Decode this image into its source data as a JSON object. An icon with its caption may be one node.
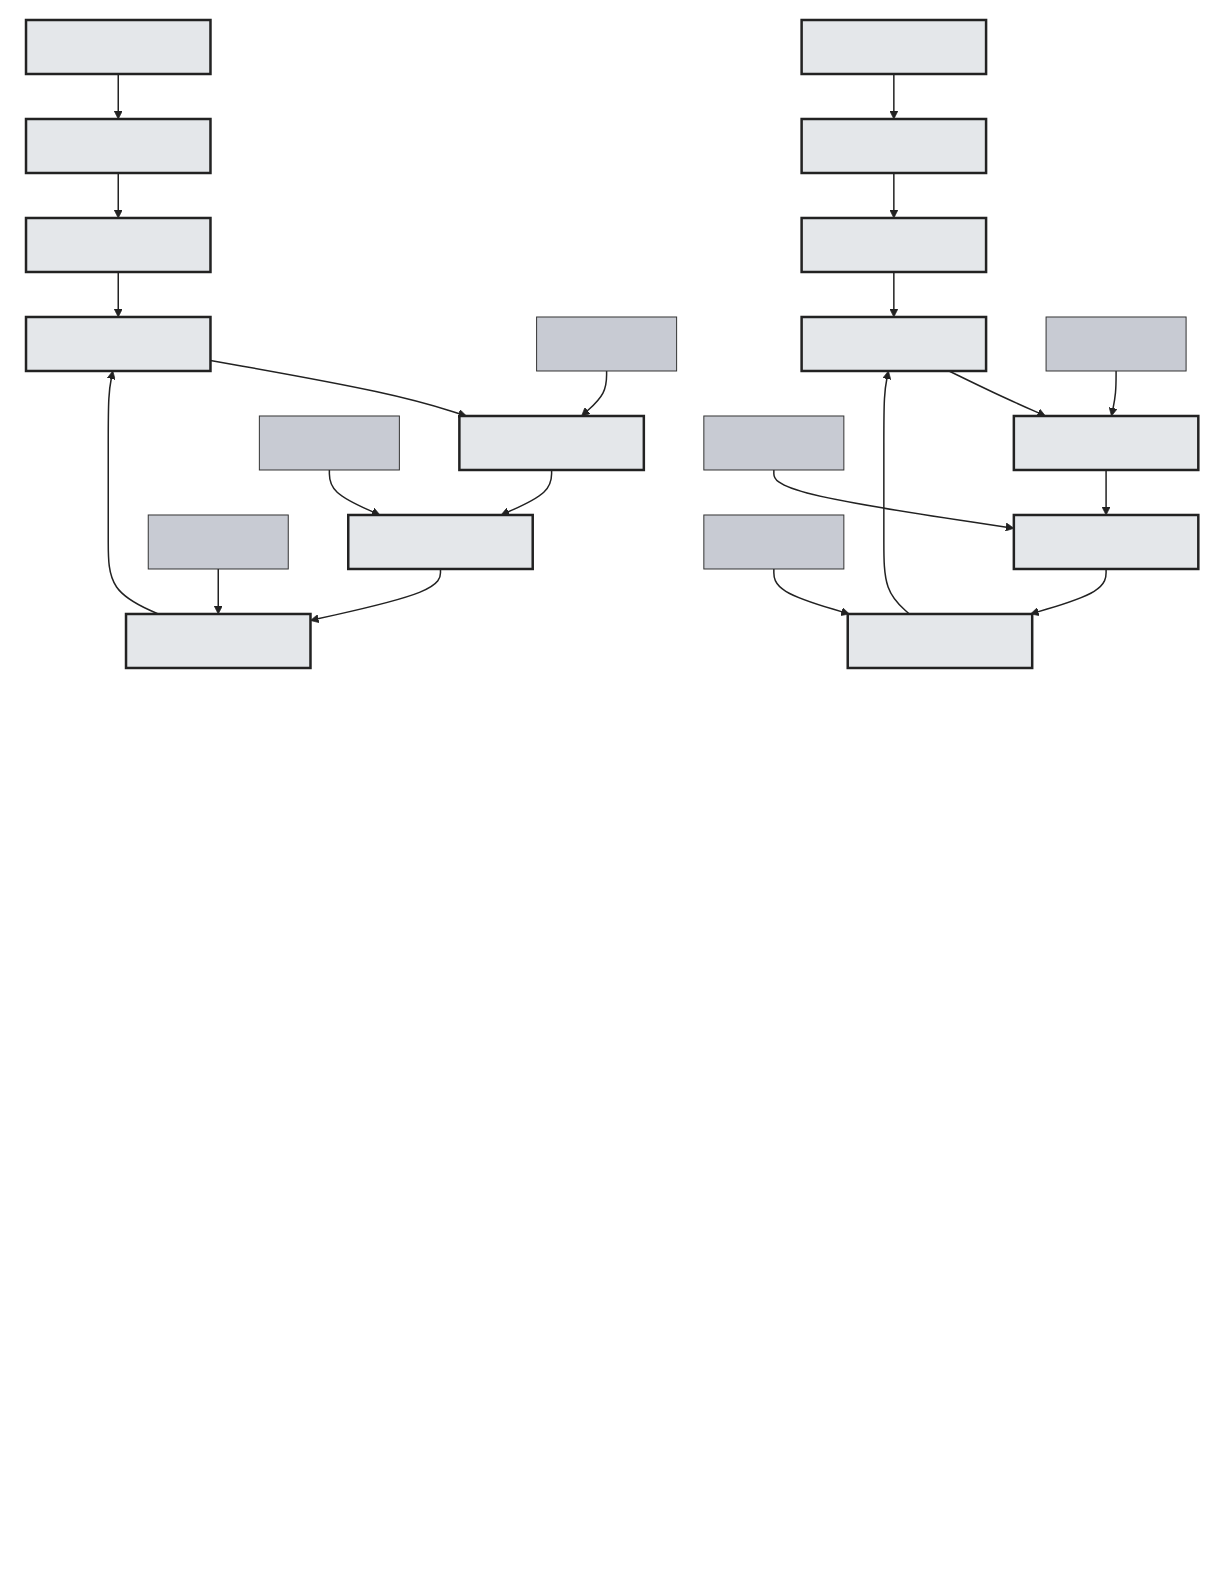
{
  "diagram": {
    "nodes": [
      {
        "text": [],
        "shape": "box"
      },
      {
        "text": [],
        "shape": "box"
      },
      {
        "text": [],
        "shape": "box"
      },
      {
        "text": [],
        "shape": "box"
      },
      {
        "text": [],
        "shape": "box"
      },
      {
        "text": [],
        "shape": "box"
      },
      {
        "text": [],
        "shape": "box"
      },
      {
        "text": [],
        "shape": "box"
      },
      {
        "text": [],
        "shape": "box"
      },
      {
        "text": [],
        "shape": "box"
      },
      {
        "text": [],
        "shape": "box"
      },
      {
        "text": [],
        "shape": "box"
      },
      {
        "text": [],
        "shape": "box"
      },
      {
        "text": [],
        "shape": "box"
      },
      {
        "text": [],
        "shape": "box"
      },
      {
        "text": [],
        "shape": "box"
      },
      {
        "text": [],
        "shape": "box"
      },
      {
        "text": [],
        "shape": "box"
      },
      {
        "text": [],
        "shape": "box"
      },
      {
        "text": [],
        "shape": "box"
      }
    ],
    "edges": [
      {
        "from": 0,
        "to": 1,
        "arrow": "to"
      },
      {
        "from": 1,
        "to": 2,
        "arrow": "to"
      },
      {
        "from": 2,
        "to": 3,
        "arrow": "to"
      },
      {
        "from": 3,
        "to": 4,
        "arrow": "to"
      },
      {
        "from": 7,
        "to": 4,
        "arrow": "to"
      },
      {
        "from": 4,
        "to": 5,
        "arrow": "to"
      },
      {
        "from": 8,
        "to": 5,
        "arrow": "to"
      },
      {
        "from": 5,
        "to": 6,
        "arrow": "to"
      },
      {
        "from": 9,
        "to": 6,
        "arrow": "to"
      },
      {
        "from": 6,
        "to": 3,
        "arrow": "to"
      },
      {
        "from": 10,
        "to": 11,
        "arrow": "to"
      },
      {
        "from": 11,
        "to": 12,
        "arrow": "to"
      },
      {
        "from": 12,
        "to": 13,
        "arrow": "to"
      },
      {
        "from": 13,
        "to": 14,
        "arrow": "to"
      },
      {
        "from": 17,
        "to": 14,
        "arrow": "to"
      },
      {
        "from": 14,
        "to": 15,
        "arrow": "to"
      },
      {
        "from": 18,
        "to": 15,
        "arrow": "to"
      },
      {
        "from": 15,
        "to": 16,
        "arrow": "to"
      },
      {
        "from": 19,
        "to": 16,
        "arrow": "to"
      },
      {
        "from": 16,
        "to": 13,
        "arrow": "to"
      }
    ]
  }
}
